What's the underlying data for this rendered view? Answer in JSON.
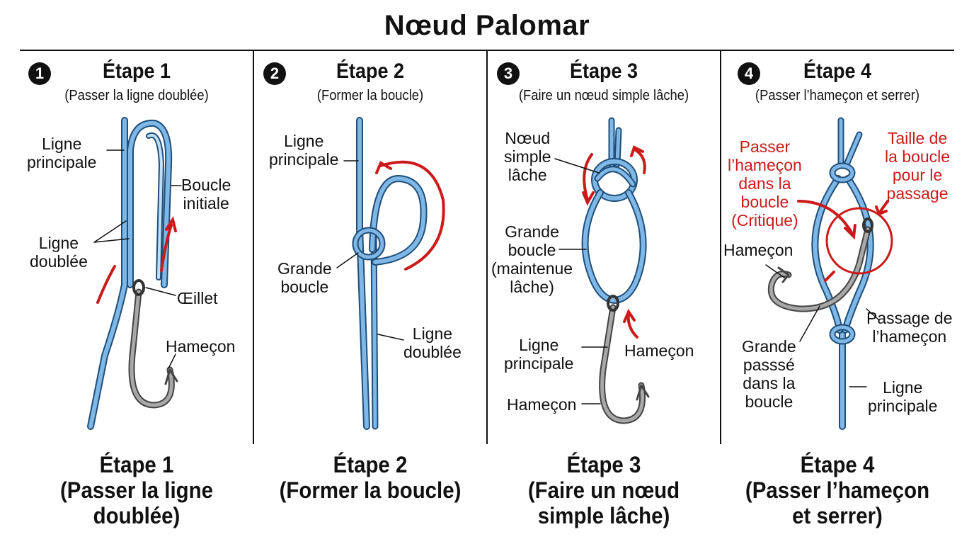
{
  "title": "Nœud Palomar",
  "colors": {
    "line": "#7fb8e6",
    "line_stroke": "#1f4e79",
    "hook": "#9a9a9a",
    "accent_red": "#cc1a1a"
  },
  "steps": [
    {
      "number": "1",
      "title": "Étape 1",
      "subtitle": "(Passer la ligne doublée)",
      "labels": {
        "ligne_principale": [
          "Ligne",
          "principale"
        ],
        "boucle_initiale": [
          "Boucle",
          "initiale"
        ],
        "ligne_doublee": [
          "Ligne",
          "doublée"
        ],
        "oeillet": "Œillet",
        "hamecon": "Hameçon"
      },
      "caption": [
        "Étape 1",
        "(Passer la ligne",
        "doublée)"
      ]
    },
    {
      "number": "2",
      "title": "Étape 2",
      "subtitle": "(Former la boucle)",
      "labels": {
        "ligne_principale": [
          "Ligne",
          "principale"
        ],
        "grande_boucle": [
          "Grande",
          "boucle"
        ],
        "ligne_doublee": [
          "Ligne",
          "doublée"
        ]
      },
      "caption": [
        "Étape 2",
        "(Former la boucle)"
      ]
    },
    {
      "number": "3",
      "title": "Étape 3",
      "subtitle": "(Faire un nœud simple lâche)",
      "labels": {
        "noeud_simple": [
          "Nœud",
          "simple",
          "lâche"
        ],
        "grande_boucle": [
          "Grande",
          "boucle",
          "(maintenue",
          "lâche)"
        ],
        "ligne_principale": [
          "Ligne",
          "principale"
        ],
        "hamecon_right": "Hameçon",
        "hamecon_bottom": "Hameçon"
      },
      "caption": [
        "Étape 3",
        "(Faire un nœud",
        "simple lâche)"
      ]
    },
    {
      "number": "4",
      "title": "Étape 4",
      "subtitle": "(Passer l’hameçon et serrer)",
      "labels": {
        "passer_hamecon": [
          "Passer",
          "l’hameçon",
          "dans la",
          "boucle",
          "(Critique)"
        ],
        "taille_boucle": [
          "Taille de",
          "la boucle",
          "pour le",
          "passage"
        ],
        "hamecon": "Hameçon",
        "passage": [
          "Passage de",
          "l’hameçon"
        ],
        "grande_passe": [
          "Grande",
          "passsé",
          "dans la",
          "boucle"
        ],
        "ligne_principale": [
          "Ligne",
          "principale"
        ]
      },
      "caption": [
        "Étape 4",
        "(Passer l’hameçon",
        "et serrer)"
      ]
    }
  ]
}
